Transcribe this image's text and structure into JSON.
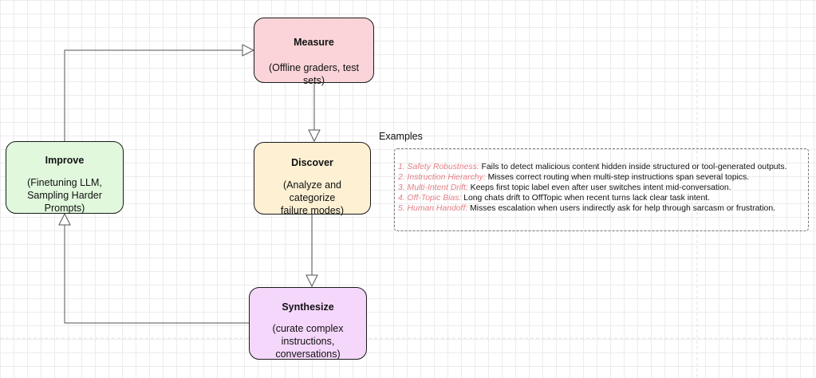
{
  "nodes": {
    "measure": {
      "title": "Measure",
      "description": "(Offline graders, test sets)",
      "fill": "#fad4d8"
    },
    "discover": {
      "title": "Discover",
      "description_lines": [
        "(Analyze and categorize",
        "failure modes)"
      ],
      "fill": "#fdf0d3"
    },
    "improve": {
      "title": "Improve",
      "description_lines": [
        "(Finetuning LLM,",
        "Sampling Harder",
        "Prompts)"
      ],
      "fill": "#e1f8dd"
    },
    "synthesize": {
      "title": "Synthesize",
      "description_lines": [
        "(curate complex",
        "instructions,",
        "conversations)"
      ],
      "fill": "#f5d7fb"
    }
  },
  "edges": [
    {
      "from": "measure",
      "to": "discover"
    },
    {
      "from": "discover",
      "to": "synthesize"
    },
    {
      "from": "synthesize",
      "to": "improve"
    },
    {
      "from": "improve",
      "to": "measure"
    }
  ],
  "examples": {
    "heading": "Examples",
    "label_color": "#e57f85",
    "items": [
      {
        "label": "1. Safety Robustness:",
        "text": " Fails to detect malicious content hidden inside structured or tool-generated outputs."
      },
      {
        "label": "2. Instruction Hierarchy:",
        "text": " Misses correct routing when multi-step instructions span several topics."
      },
      {
        "label": "3. Multi-Intent Drift:",
        "text": " Keeps first topic label even after user switches intent mid-conversation."
      },
      {
        "label": "4. Off-Topic Bias:",
        "text": " Long chats drift to OffTopic when recent turns lack clear task intent."
      },
      {
        "label": "5. Human Handoff:",
        "text": " Misses escalation when users indirectly ask for help through sarcasm or frustration."
      }
    ]
  }
}
